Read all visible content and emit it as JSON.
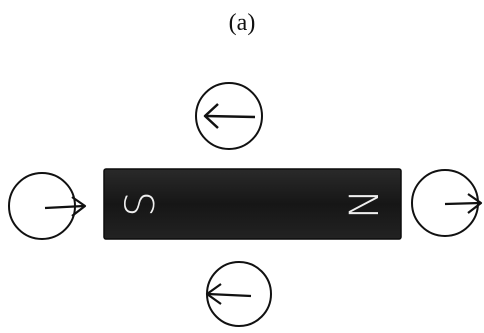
{
  "figure": {
    "panel_label": "(a)"
  },
  "magnet": {
    "south_label": "S",
    "north_label": "N",
    "body_color": "#1a1a1a",
    "label_color": "#f0f0f0"
  },
  "compasses": [
    {
      "position": "top",
      "needle_points": "left"
    },
    {
      "position": "left",
      "needle_points": "right"
    },
    {
      "position": "right",
      "needle_points": "right"
    },
    {
      "position": "bottom",
      "needle_points": "left"
    }
  ],
  "colors": {
    "stroke": "#111111",
    "background": "#ffffff"
  }
}
